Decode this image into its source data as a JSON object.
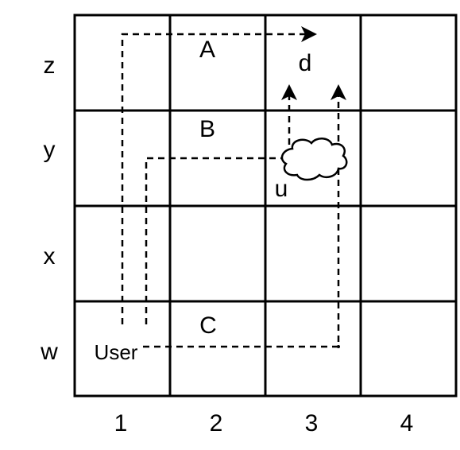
{
  "grid": {
    "columns": 4,
    "rows": 4,
    "column_labels": [
      "1",
      "2",
      "3",
      "4"
    ],
    "row_labels": [
      "z",
      "y",
      "x",
      "w"
    ]
  },
  "labels": {
    "a": "A",
    "b": "B",
    "c": "C",
    "d": "d",
    "u": "u",
    "user": "User"
  },
  "colors": {
    "stroke": "#000000",
    "background": "#ffffff"
  },
  "icons": {
    "cloud": "cloud-icon",
    "arrow": "arrowhead-icon"
  }
}
